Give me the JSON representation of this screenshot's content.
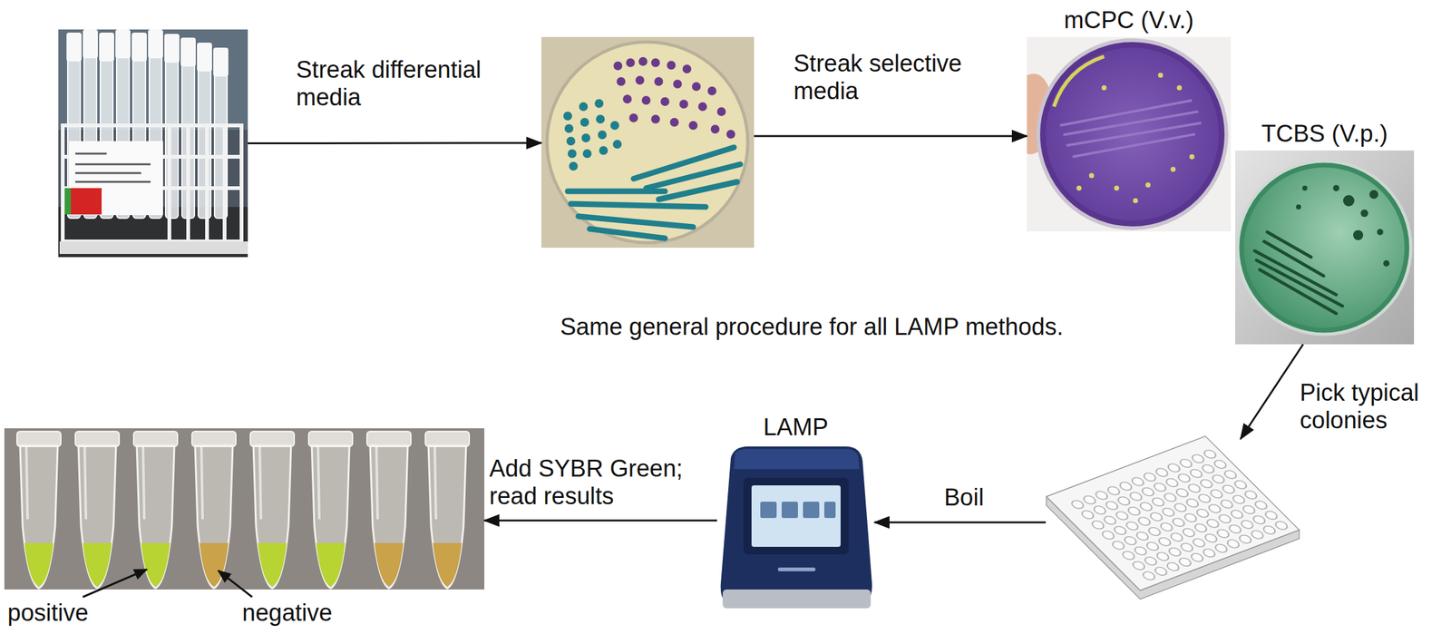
{
  "diagram": {
    "nodes": [
      {
        "text": []
      },
      {
        "text": []
      },
      {
        "text": [
          "mCPC (V.v.)"
        ]
      },
      {
        "text": [
          "TCBS (V.p.)"
        ]
      },
      {
        "text": []
      },
      {
        "text": [
          "LAMP"
        ]
      },
      {
        "text": []
      }
    ],
    "edges": [
      {
        "from": 0,
        "to": 1,
        "arrow": "to",
        "label": "Streak differential media"
      },
      {
        "from": 1,
        "to": 2,
        "arrow": "to",
        "label": "Streak selective media"
      },
      {
        "from": 3,
        "to": 4,
        "arrow": "to",
        "label": "Pick typical colonies"
      },
      {
        "from": 4,
        "to": 5,
        "arrow": "to",
        "label": "Boil"
      },
      {
        "from": 5,
        "to": 6,
        "arrow": "to",
        "label": "Add SYBR Green; read results"
      }
    ],
    "labels": [
      "Same general procedure for all LAMP methods.",
      "positive",
      "negative"
    ]
  }
}
